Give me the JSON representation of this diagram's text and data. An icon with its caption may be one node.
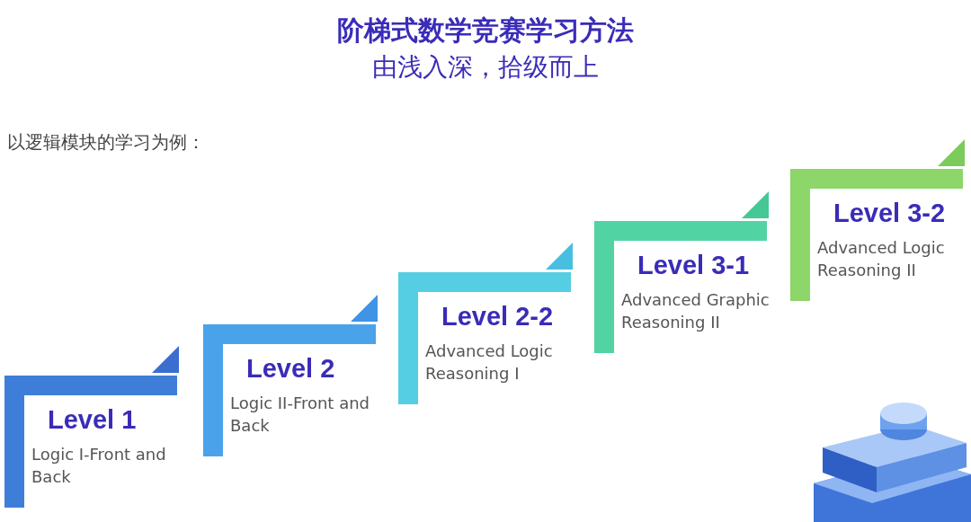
{
  "diagram": {
    "title": "阶梯式数学竞赛学习方法",
    "nodes": [
      {
        "text": [
          "Level 1",
          "Logic I-Front and Back"
        ]
      },
      {
        "text": [
          "Level 2",
          "Logic II-Front and Back"
        ]
      },
      {
        "text": [
          "Level 2-2",
          "Advanced Logic Reasoning I"
        ]
      },
      {
        "text": [
          "Level 3-1",
          "Advanced Graphic Reasoning II"
        ]
      },
      {
        "text": [
          "Level 3-2",
          "Advanced Logic Reasoning II"
        ]
      }
    ],
    "labels": [
      "由浅入深，拾级而上",
      "以逻辑模块的学习为例："
    ]
  }
}
